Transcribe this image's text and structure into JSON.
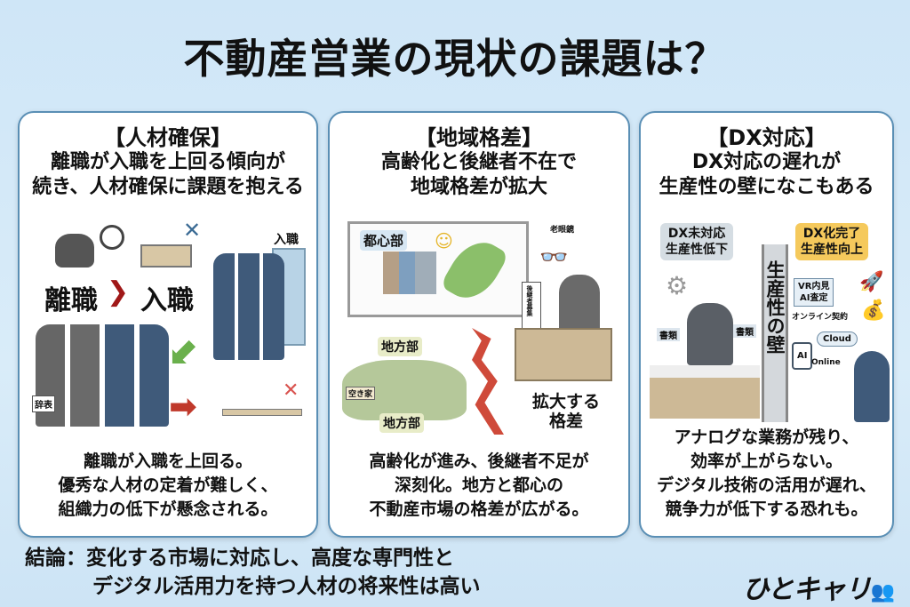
{
  "title": "不動産営業の現状の課題は？",
  "panels": [
    {
      "heading": "【人材確保】",
      "sub1": "離職が入職を上回る傾向が",
      "sub2": "続き、人材確保に課題を抱える",
      "illus": {
        "big_label_left": "離職",
        "big_label_right": "入職",
        "door_label": "入職",
        "resign_tag": "辞表"
      },
      "body": [
        "離職が入職を上回る。",
        "優秀な人材の定着が難しく、",
        "組織力の低下が懸念される。"
      ]
    },
    {
      "heading": "【地域格差】",
      "sub1": "高齢化と後継者不在で",
      "sub2": "地域格差が拡大",
      "illus": {
        "urban": "都心部",
        "rural1": "地方部",
        "rural2": "地方部",
        "glasses": "老眼鏡",
        "successor_sign": "後継者募集",
        "vacant": "空き家",
        "gap": [
          "拡大する",
          "格差"
        ]
      },
      "body": [
        "高齢化が進み、後継者不足が",
        "深刻化。地方と都心の",
        "不動産市場の格差が広がる。"
      ]
    },
    {
      "heading": "【DX対応】",
      "sub1": "DX対応の遅れが",
      "sub2": "生産性の壁になこもある",
      "illus": {
        "left_box": [
          "DX未対応",
          "生産性低下"
        ],
        "right_box": [
          "DX化完了",
          "生産性向上"
        ],
        "wall": "生産性の壁",
        "docs": "書類",
        "vr": [
          "VR内見",
          "AI査定"
        ],
        "online_contract": "オンライン契約",
        "ai": "AI",
        "cloud": "Cloud",
        "online": "Online"
      },
      "body": [
        "アナログな業務が残り、",
        "効率が上がらない。",
        "デジタル技術の活用が遅れ、",
        "競争力が低下する恐れも。"
      ]
    }
  ],
  "conclusion": {
    "line1": "結論：変化する市場に対応し、高度な専門性と",
    "line2": "デジタル活用力を持つ人材の将来性は高い"
  },
  "logo": "ひとキャリ",
  "colors": {
    "panel_border": "#5a8fb5",
    "background": "#d3e8f7",
    "red_arrow": "#c0392b",
    "green_arrow": "#6ab04c",
    "dx_done": "#f5c95c",
    "dx_not": "#d5dde3"
  }
}
